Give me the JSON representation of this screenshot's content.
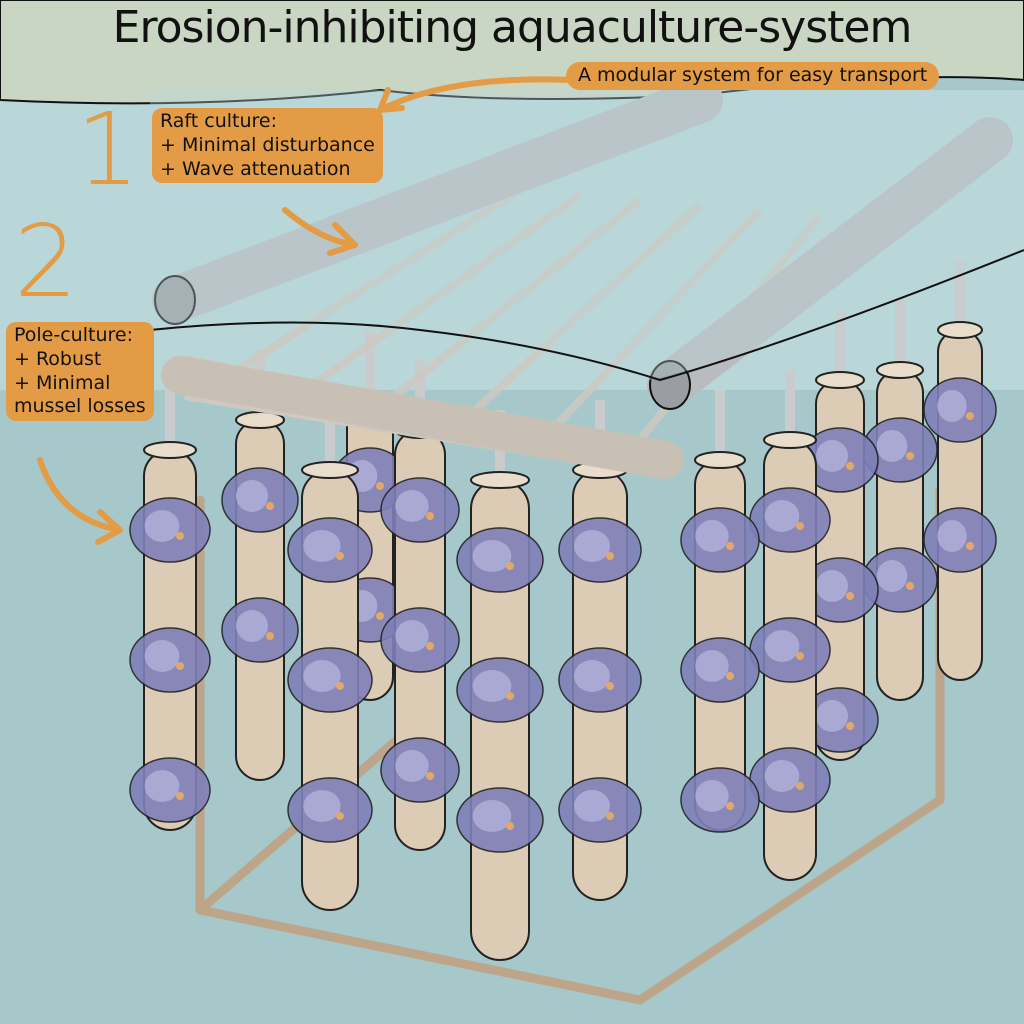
{
  "title": "Erosion-inhibiting aquaculture-system",
  "subtitle": "A modular system for easy transport",
  "sections": [
    {
      "number": "1",
      "heading": "Raft culture:",
      "points": [
        "+ Minimal disturbance",
        "+ Wave attenuation"
      ]
    },
    {
      "number": "2",
      "heading": "Pole-culture:",
      "points": [
        "+ Robust",
        "+ Minimal",
        "mussel losses"
      ]
    }
  ],
  "colors": {
    "accent": "#e39b45",
    "water": "#a6c8ca",
    "shore": "#c9d6c3",
    "pole": "#dccbb5",
    "mussel": "#7f80b8",
    "float": "#b9bcbf"
  }
}
